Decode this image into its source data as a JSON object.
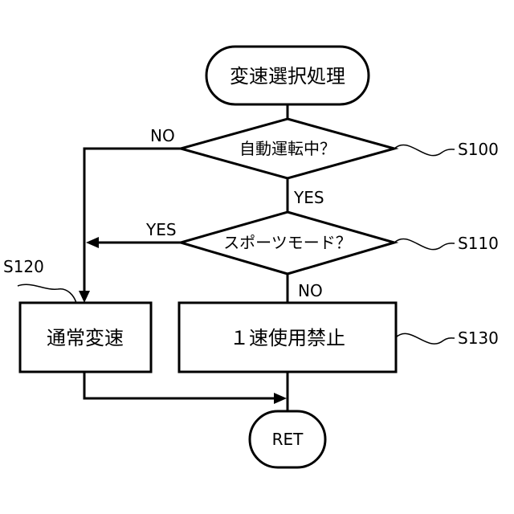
{
  "flowchart": {
    "start": {
      "label": "変速選択処理"
    },
    "decision1": {
      "label": "自動運転中？",
      "step": "S100",
      "no_label": "NO",
      "yes_label": "YES"
    },
    "decision2": {
      "label": "スポーツモード？",
      "step": "S110",
      "yes_label": "YES",
      "no_label": "NO"
    },
    "process_normal": {
      "label": "通常変速",
      "step": "S120"
    },
    "process_prohibit": {
      "label": "１速使用禁止",
      "step": "S130"
    },
    "end": {
      "label": "RET"
    }
  }
}
